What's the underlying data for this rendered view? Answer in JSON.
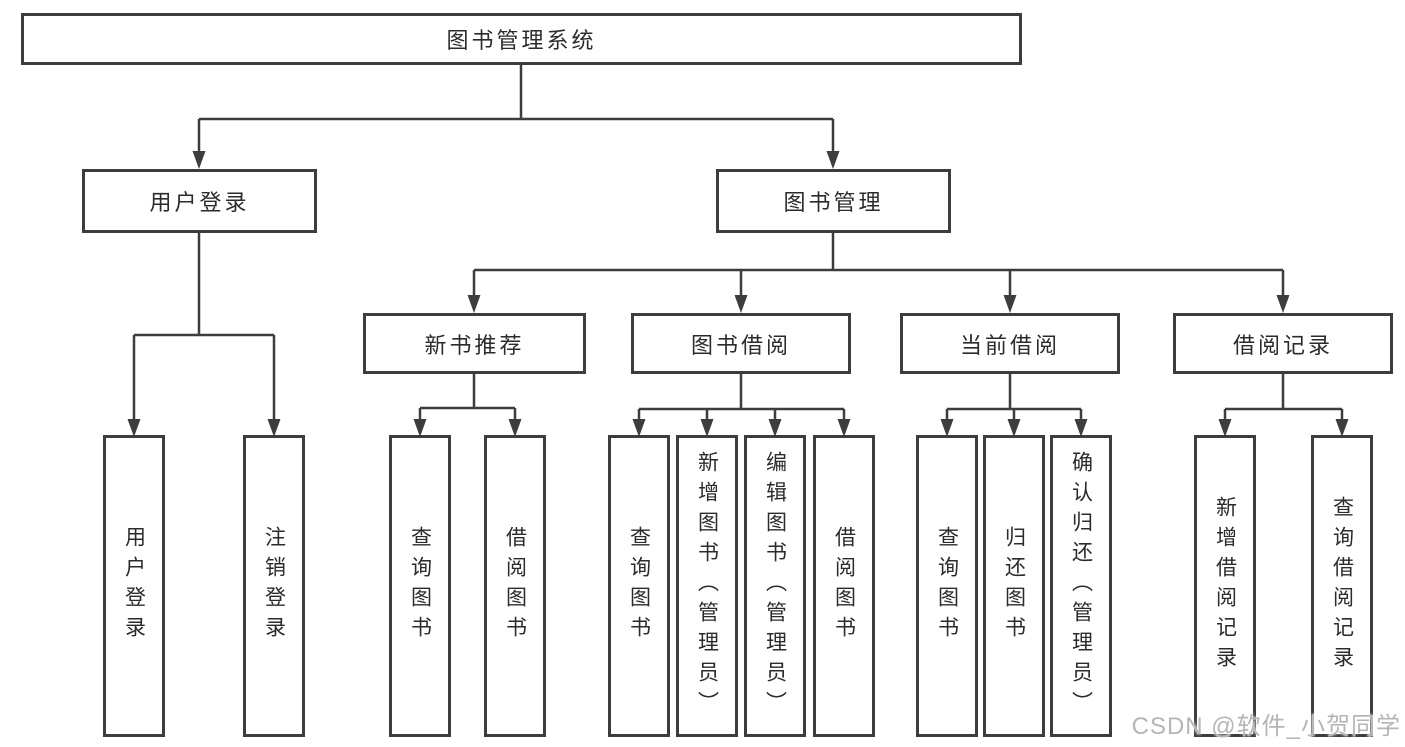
{
  "diagram": {
    "root": {
      "label": "图书管理系统"
    },
    "level2": [
      {
        "label": "用户登录",
        "children_labels": [
          "用户登录",
          "注销登录"
        ]
      },
      {
        "label": "图书管理",
        "children": [
          {
            "label": "新书推荐",
            "children_labels": [
              "查询图书",
              "借阅图书"
            ]
          },
          {
            "label": "图书借阅",
            "children_labels": [
              "查询图书",
              "新增图书（管理员）",
              "编辑图书（管理员）",
              "借阅图书"
            ]
          },
          {
            "label": "当前借阅",
            "children_labels": [
              "查询图书",
              "归还图书",
              "确认归还（管理员）"
            ]
          },
          {
            "label": "借阅记录",
            "children_labels": [
              "新增借阅记录",
              "查询借阅记录"
            ]
          }
        ]
      }
    ]
  },
  "watermark": {
    "text": "CSDN @软件_小贺同学"
  },
  "colors": {
    "line": "#3d3d3d",
    "text": "#2b2b2b",
    "background": "#ffffff",
    "watermark": "#b5b5b5"
  }
}
